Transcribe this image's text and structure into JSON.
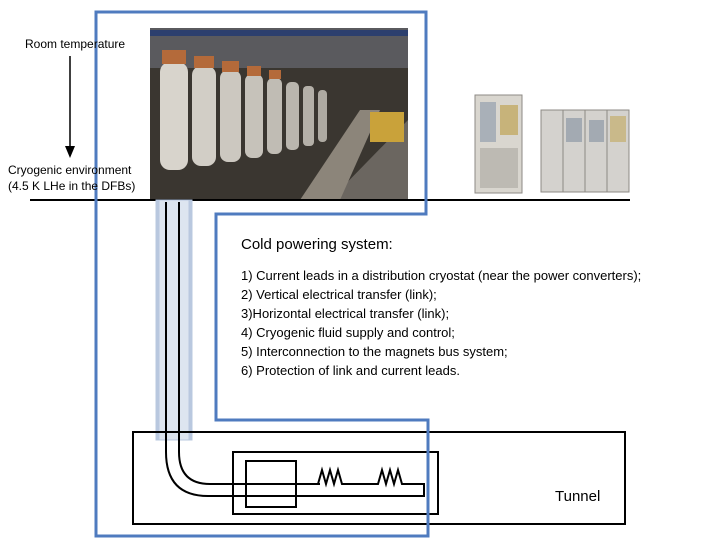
{
  "labels": {
    "room_temperature": "Room temperature",
    "cryogenic_line1": "Cryogenic environment",
    "cryogenic_line2": "(4.5 K LHe in the DFBs)",
    "tunnel": "Tunnel"
  },
  "system": {
    "title": "Cold powering system:",
    "items": [
      "1) Current leads in a distribution cryostat (near the power converters);",
      "2) Vertical electrical transfer (link);",
      "3)Horizontal electrical transfer (link);",
      "4) Cryogenic fluid supply and control;",
      "5) Interconnection to the magnets bus system;",
      "6) Protection of link and current leads."
    ]
  },
  "colors": {
    "highlight_outline": "#4f7bbf",
    "link_tubes": "#b9c8df"
  }
}
